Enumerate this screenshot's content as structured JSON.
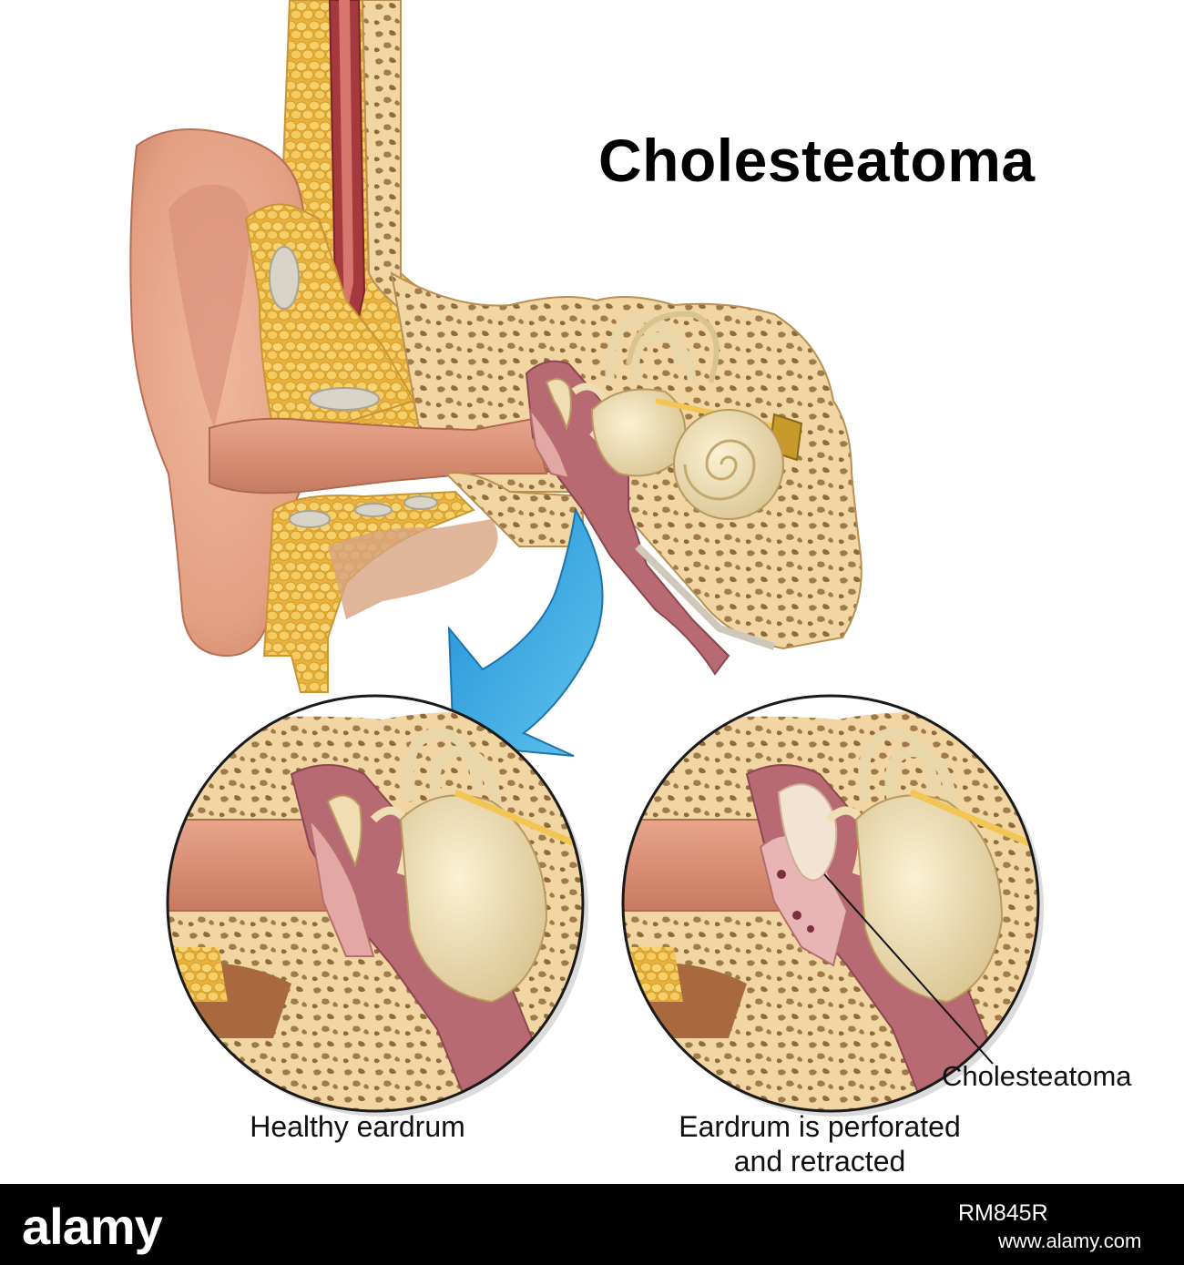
{
  "diagram": {
    "title": "Cholesteatoma",
    "captions": {
      "healthy": "Healthy eardrum",
      "perforated_line1": "Eardrum is perforated",
      "perforated_line2": "and retracted"
    },
    "labels": {
      "cholesteatoma": "Cholesteatoma"
    }
  },
  "colors": {
    "bone": "#F1D6A3",
    "bone_pore": "#9E7A48",
    "skin": "#E8A68A",
    "canal": "#D9937A",
    "fat": "#F2C14E",
    "cavity": "#B86A72",
    "arrow": "#2FA3DF",
    "cochlea": "#F4E6BE"
  },
  "footer": {
    "logo": "alamy",
    "image_id": "RM845R",
    "url": "www.alamy.com"
  }
}
